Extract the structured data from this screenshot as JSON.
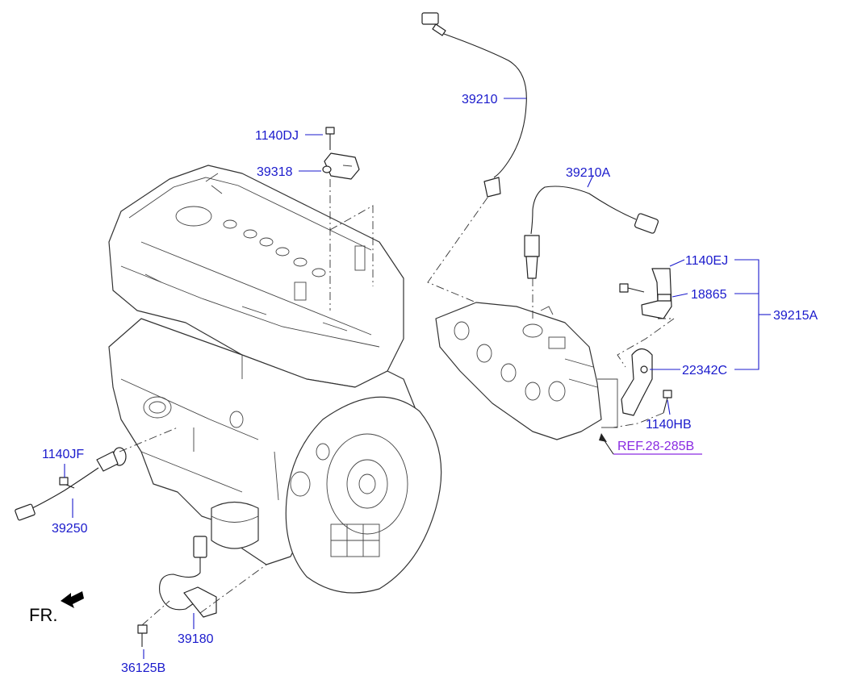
{
  "labels": {
    "p1140dj": "1140DJ",
    "p39318": "39318",
    "p39210": "39210",
    "p39210a": "39210A",
    "p1140ej": "1140EJ",
    "p18865": "18865",
    "p39215a": "39215A",
    "p22342c": "22342C",
    "p1140hb": "1140HB",
    "ref": "REF.28-285B",
    "p1140jf": "1140JF",
    "p39250": "39250",
    "p39180": "39180",
    "p36125b": "36125B",
    "fr": "FR."
  },
  "colors": {
    "part_number": "#1a1acc",
    "reference": "#8a2be2",
    "line": "#222222"
  },
  "icons": {
    "front_direction": "arrow-left-icon"
  }
}
